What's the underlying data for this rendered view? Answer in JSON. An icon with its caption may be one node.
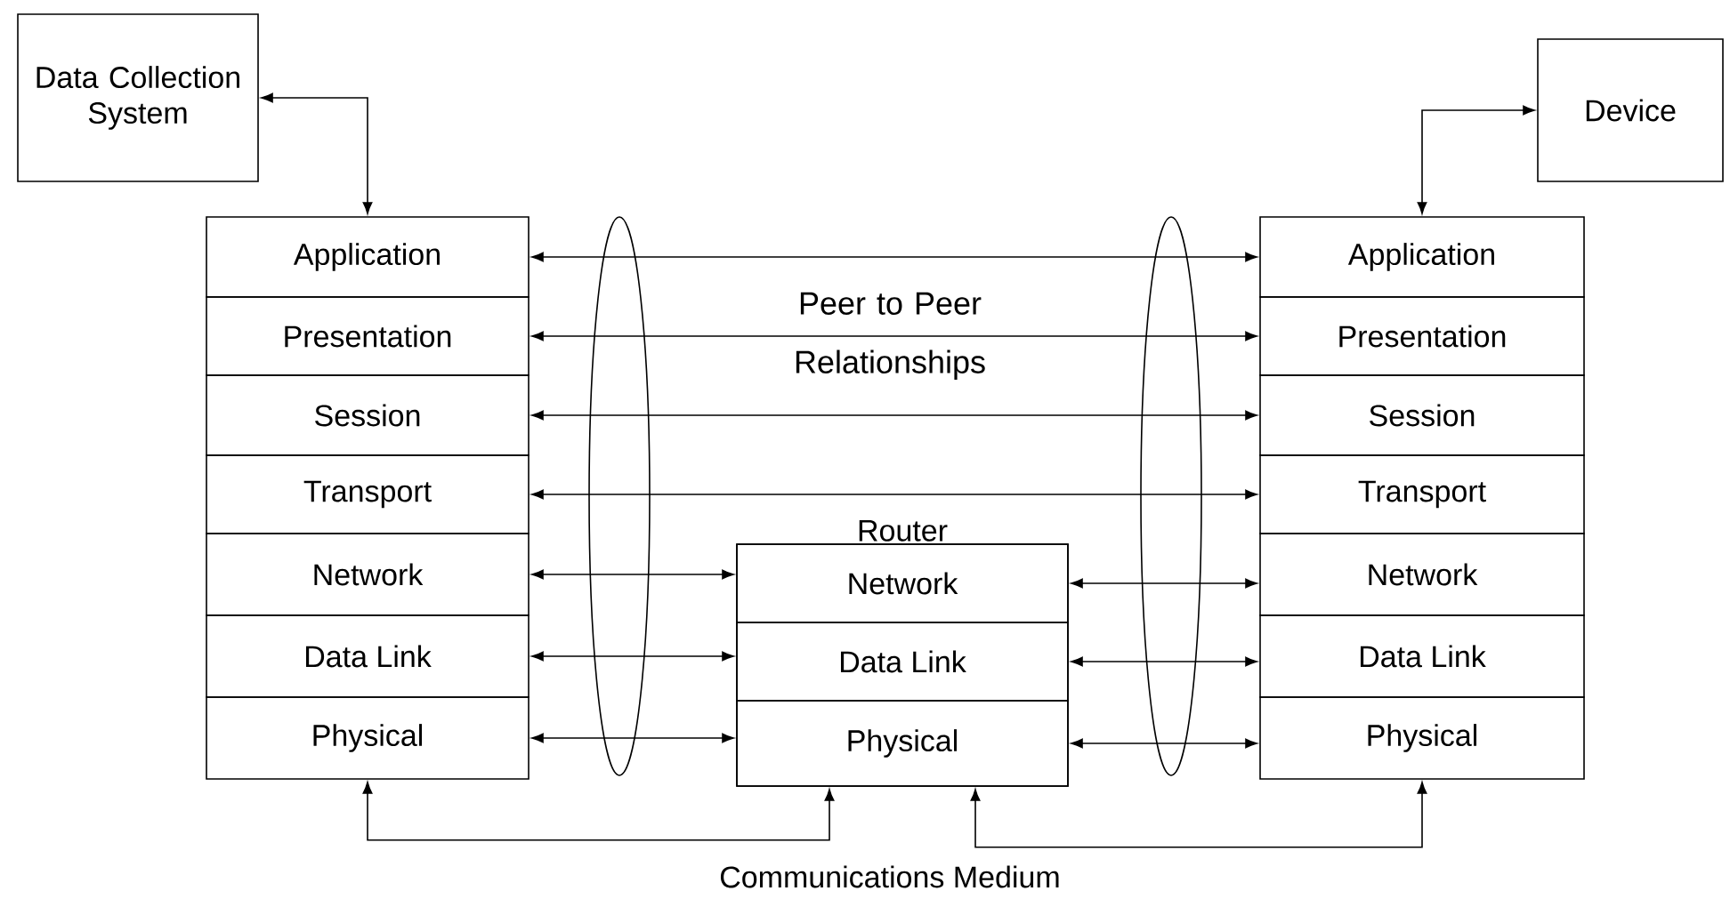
{
  "diagram": {
    "nodes": [
      {
        "text": [
          "Data Collection System"
        ]
      },
      {
        "text": [
          "Device"
        ]
      },
      {
        "text": [
          "Application"
        ]
      },
      {
        "text": [
          "Presentation"
        ]
      },
      {
        "text": [
          "Session"
        ]
      },
      {
        "text": [
          "Transport"
        ]
      },
      {
        "text": [
          "Network"
        ]
      },
      {
        "text": [
          "Data Link"
        ]
      },
      {
        "text": [
          "Physical"
        ]
      },
      {
        "text": [
          "Application"
        ]
      },
      {
        "text": [
          "Presentation"
        ]
      },
      {
        "text": [
          "Session"
        ]
      },
      {
        "text": [
          "Transport"
        ]
      },
      {
        "text": [
          "Network"
        ]
      },
      {
        "text": [
          "Data Link"
        ]
      },
      {
        "text": [
          "Physical"
        ]
      },
      {
        "text": [
          "Router"
        ]
      },
      {
        "text": [
          "Network"
        ],
        "in": 16
      },
      {
        "text": [
          "Data Link"
        ],
        "in": 16
      },
      {
        "text": [
          "Physical"
        ],
        "in": 16
      }
    ],
    "edges": [
      {
        "from": 0,
        "to": 2,
        "arrow": "both"
      },
      {
        "from": 1,
        "to": 9,
        "arrow": "both"
      },
      {
        "from": 2,
        "to": 9,
        "arrow": "both"
      },
      {
        "from": 3,
        "to": 10,
        "arrow": "both"
      },
      {
        "from": 4,
        "to": 11,
        "arrow": "both"
      },
      {
        "from": 5,
        "to": 12,
        "arrow": "both"
      },
      {
        "from": 6,
        "to": 17,
        "arrow": "both"
      },
      {
        "from": 7,
        "to": 18,
        "arrow": "both"
      },
      {
        "from": 8,
        "to": 19,
        "arrow": "both"
      },
      {
        "from": 17,
        "to": 13,
        "arrow": "both"
      },
      {
        "from": 18,
        "to": 14,
        "arrow": "both"
      },
      {
        "from": 19,
        "to": 15,
        "arrow": "both"
      },
      {
        "from": 8,
        "to": 19,
        "arrow": "both"
      },
      {
        "from": 19,
        "to": 15,
        "arrow": "both"
      }
    ],
    "labels": [
      "Peer to Peer Relationships",
      "Communications Medium"
    ]
  }
}
